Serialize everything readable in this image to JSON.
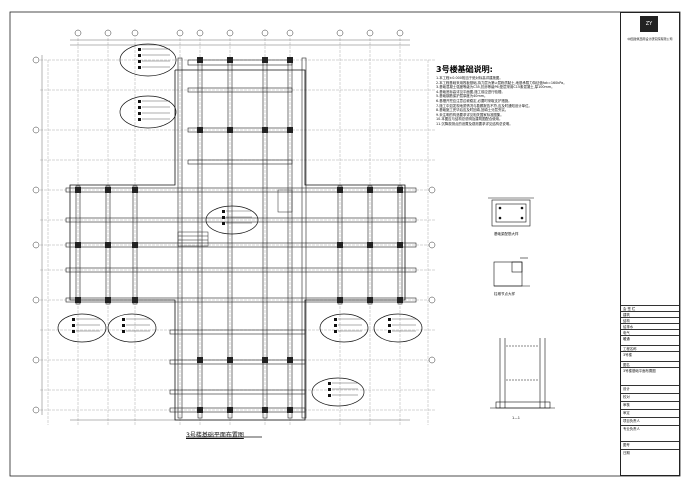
{
  "drawing": {
    "plan_title": "3号楼基础平面布置图",
    "notes_title": "3号楼基础说明:",
    "notes": [
      "1.本工程±0.000相当于绝对标高详建施图。",
      "2.本工程基础采用筏板基础,持力层为第②层粉质黏土,地基承载力特征值fak=160kPa。",
      "3.基础混凝土强度等级为C35,抗渗等级P6;垫层采用C15素混凝土,厚100mm。",
      "4.基础底标高详见平面图,施工前应进行验槽。",
      "5.基础钢筋保护层厚度为40mm。",
      "6.基槽开挖应注意边坡稳定,必要时采取支护措施。",
      "7.施工中如发现地质情况与勘察报告不符,应及时通知设计单位。",
      "8.基础施工完毕后应及时回填,回填土分层夯实。",
      "9.未注明的构造要求详见相关国家标准图集。",
      "10.本图应与结构总说明及建筑图配合使用。",
      "11.沉降观测点的设置及观测要求详见结构总说明。"
    ],
    "details": [
      "基础梁配筋大样",
      "柱墩节点大样",
      "1—1"
    ]
  },
  "title_block": {
    "logo": "ZY",
    "company": "中国建筑西南设计研究院有限公司",
    "rows": [
      "会 签 栏",
      "建筑",
      "结构",
      "给排水",
      "电气",
      "暖通",
      "工程名称",
      "3号楼",
      "图名",
      "3号楼基础平面布置图",
      "设计",
      "校对",
      "审核",
      "审定",
      "项目负责人",
      "专业负责人",
      "图号",
      "日期"
    ]
  },
  "colors": {
    "line": "#1a1a1a",
    "accent": "#000000"
  }
}
